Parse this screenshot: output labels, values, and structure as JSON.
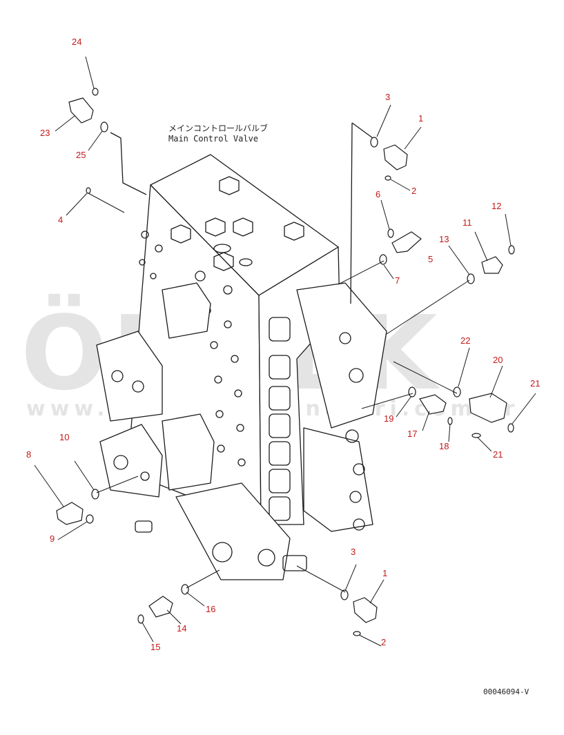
{
  "title": {
    "japanese": "メインコントロールバルブ",
    "english": "Main Control Valve"
  },
  "drawing_code": "00046094-V",
  "watermark": {
    "brand": "ÖRNEK",
    "url": "www.ornekismakinalari.com.tr"
  },
  "callouts": [
    {
      "id": "24",
      "label": "24"
    },
    {
      "id": "23",
      "label": "23"
    },
    {
      "id": "25",
      "label": "25"
    },
    {
      "id": "4",
      "label": "4"
    },
    {
      "id": "3-top",
      "label": "3"
    },
    {
      "id": "1-top",
      "label": "1"
    },
    {
      "id": "2-top",
      "label": "2"
    },
    {
      "id": "6",
      "label": "6"
    },
    {
      "id": "5",
      "label": "5"
    },
    {
      "id": "7",
      "label": "7"
    },
    {
      "id": "13",
      "label": "13"
    },
    {
      "id": "11",
      "label": "11"
    },
    {
      "id": "12",
      "label": "12"
    },
    {
      "id": "22",
      "label": "22"
    },
    {
      "id": "20",
      "label": "20"
    },
    {
      "id": "21-right",
      "label": "21"
    },
    {
      "id": "19",
      "label": "19"
    },
    {
      "id": "17",
      "label": "17"
    },
    {
      "id": "18",
      "label": "18"
    },
    {
      "id": "21-low",
      "label": "21"
    },
    {
      "id": "10",
      "label": "10"
    },
    {
      "id": "8",
      "label": "8"
    },
    {
      "id": "9",
      "label": "9"
    },
    {
      "id": "3-bottom",
      "label": "3"
    },
    {
      "id": "1-bottom",
      "label": "1"
    },
    {
      "id": "2-bottom",
      "label": "2"
    },
    {
      "id": "16",
      "label": "16"
    },
    {
      "id": "14",
      "label": "14"
    },
    {
      "id": "15",
      "label": "15"
    }
  ],
  "colors": {
    "callout": "#c41818",
    "linework": "#1a1a1a",
    "watermark": "#cdcdcd"
  }
}
